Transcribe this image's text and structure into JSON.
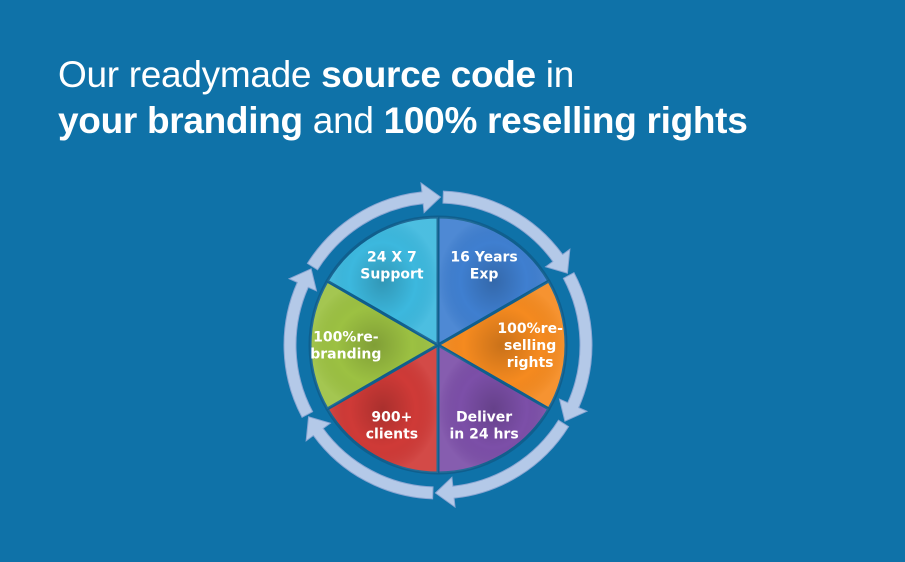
{
  "headline": {
    "line1": [
      {
        "text": "Our readymade ",
        "bold": false
      },
      {
        "text": "source code",
        "bold": true
      },
      {
        "text": " in",
        "bold": false
      }
    ],
    "line2": [
      {
        "text": "your branding",
        "bold": true
      },
      {
        "text": " and ",
        "bold": false
      },
      {
        "text": "100% reselling rights",
        "bold": true
      }
    ]
  },
  "cycle": {
    "ring_color": "#b4c9e8",
    "segments": [
      {
        "lines": [
          "16 Years",
          "Exp"
        ],
        "color": "#3f7fd0"
      },
      {
        "lines": [
          "100%re-",
          "selling",
          "rights"
        ],
        "color": "#f58a1f"
      },
      {
        "lines": [
          "Deliver",
          "in 24 hrs"
        ],
        "color": "#7c4fa8"
      },
      {
        "lines": [
          "900+",
          "clients"
        ],
        "color": "#cf3a37"
      },
      {
        "lines": [
          "100%re-",
          "branding"
        ],
        "color": "#9cc142"
      },
      {
        "lines": [
          "24 X 7",
          "Support"
        ],
        "color": "#3cb8de"
      }
    ]
  }
}
